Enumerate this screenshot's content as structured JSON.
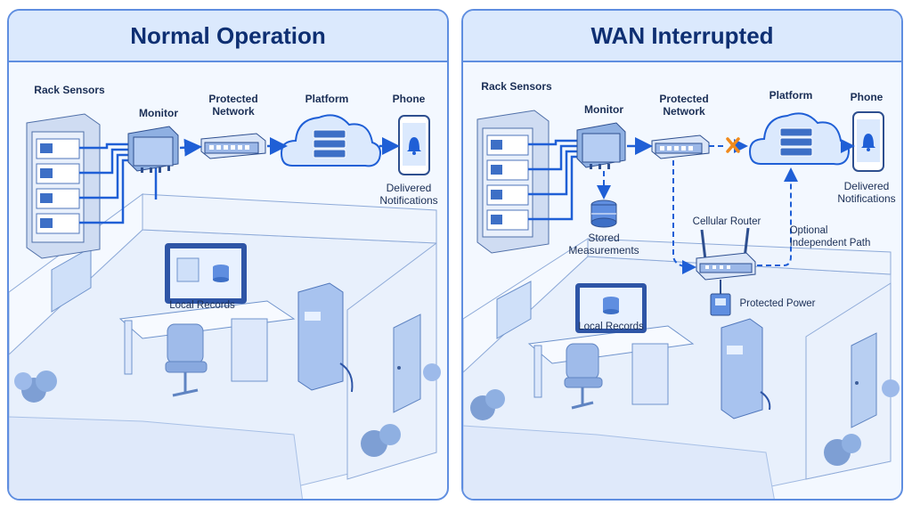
{
  "colors": {
    "panel_border": "#5f8ee0",
    "panel_bg": "#f3f8ff",
    "header_bg": "#dbe9fd",
    "title_text": "#0e2f72",
    "flow_line": "#1f5fd6",
    "failure_mark": "#f08a1c"
  },
  "normal": {
    "title": "Normal Operation",
    "labels": {
      "rack_sensors": "Rack Sensors",
      "monitor": "Monitor",
      "protected_network_1": "Protected",
      "protected_network_2": "Network",
      "platform": "Platform",
      "phone": "Phone",
      "delivered_1": "Delivered",
      "delivered_2": "Notifications",
      "local_records": "Local Records"
    }
  },
  "wan": {
    "title": "WAN Interrupted",
    "labels": {
      "rack_sensors": "Rack Sensors",
      "monitor": "Monitor",
      "protected_network_1": "Protected",
      "protected_network_2": "Network",
      "platform": "Platform",
      "phone": "Phone",
      "delivered_1": "Delivered",
      "delivered_2": "Notifications",
      "stored_1": "Stored",
      "stored_2": "Measurements",
      "cellular_router": "Cellular Router",
      "optional_1": "Optional",
      "optional_2": "Independent Path",
      "protected_power": "Protected Power",
      "local_records": "Local Records"
    }
  }
}
